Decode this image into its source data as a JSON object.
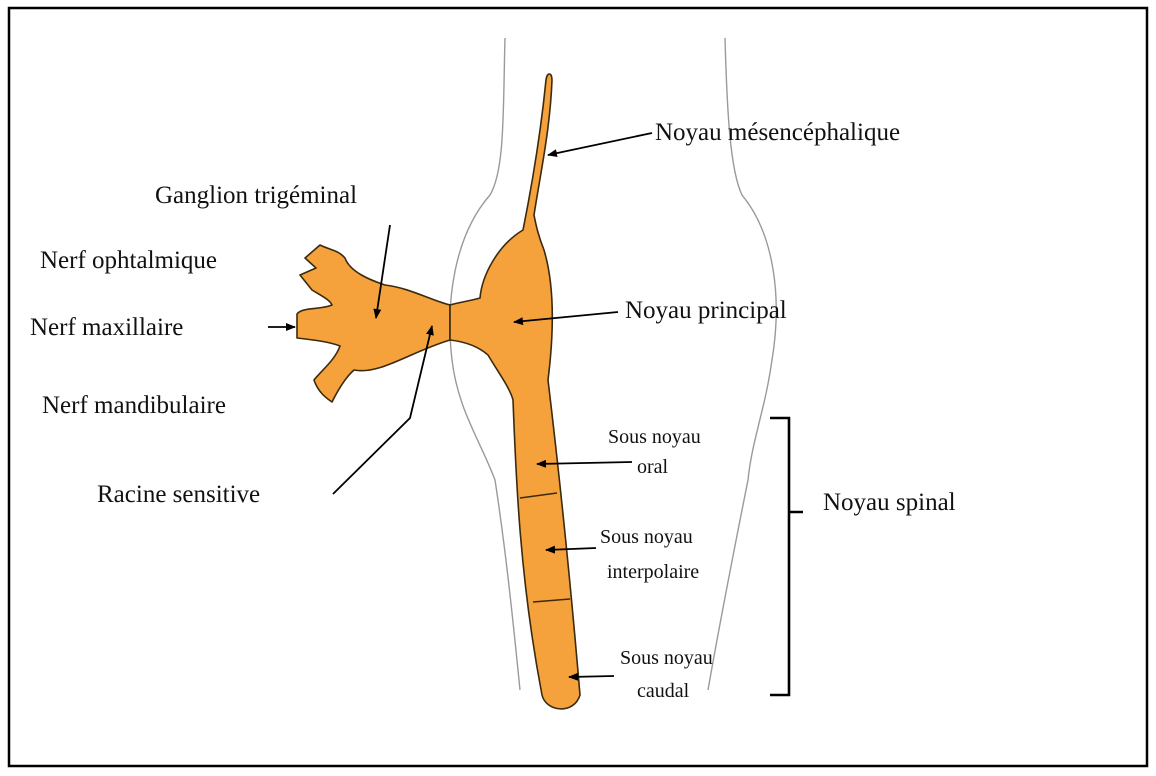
{
  "colors": {
    "structure_fill": "#F5A23C",
    "structure_stroke": "#3a2a10",
    "outline": "#9a9a9a",
    "frame": "#000000"
  },
  "labels": {
    "mesencephalic_nucleus": "Noyau mésencéphalique",
    "trigeminal_ganglion": "Ganglion trigéminal",
    "ophthalmic_nerve": "Nerf ophtalmique",
    "maxillary_nerve": "Nerf maxillaire",
    "mandibular_nerve": "Nerf mandibulaire",
    "principal_nucleus": "Noyau principal",
    "sensory_root": "Racine sensitive",
    "oral_subnucleus_line1": "Sous noyau",
    "oral_subnucleus_line2": "oral",
    "interpolar_subnucleus_line1": "Sous noyau",
    "interpolar_subnucleus_line2": "interpolaire",
    "caudal_subnucleus_line1": "Sous noyau",
    "caudal_subnucleus_line2": "caudal",
    "spinal_nucleus": "Noyau spinal"
  }
}
